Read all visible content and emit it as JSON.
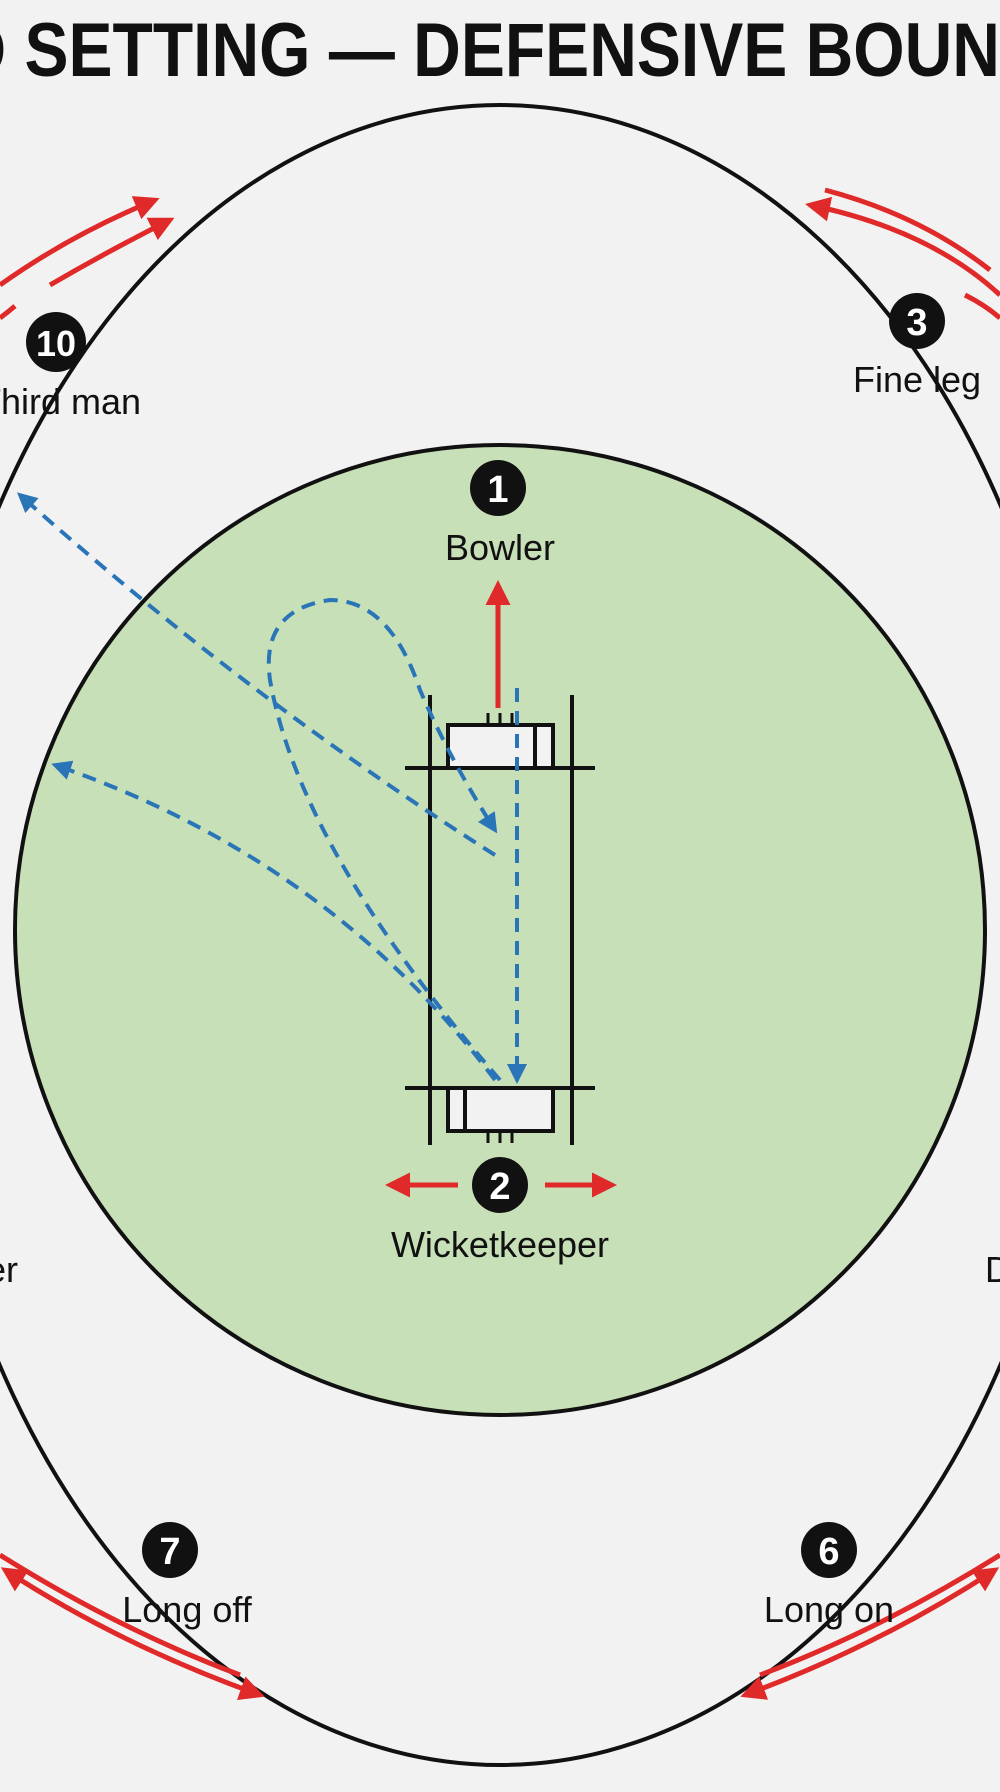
{
  "title": "FIELD SETTING — DEFENSIVE BOUNDARY",
  "colors": {
    "background": "#f2f2f2",
    "inner_circle_fill": "#c8e0b8",
    "line": "#111111",
    "boundary_arrow": "#e02a2a",
    "ball_path": "#2a74b8",
    "marker_fill": "#111111",
    "marker_text": "#ffffff"
  },
  "fielders": [
    {
      "number": "1",
      "label": "Bowler"
    },
    {
      "number": "2",
      "label": "Wicketkeeper"
    },
    {
      "number": "3",
      "label": "Fine leg"
    },
    {
      "number": "6",
      "label": "Long on"
    },
    {
      "number": "7",
      "label": "Long off"
    },
    {
      "number": "10",
      "label": "Third man"
    }
  ],
  "partial_labels": {
    "left": "Cover",
    "right": "Deep"
  }
}
